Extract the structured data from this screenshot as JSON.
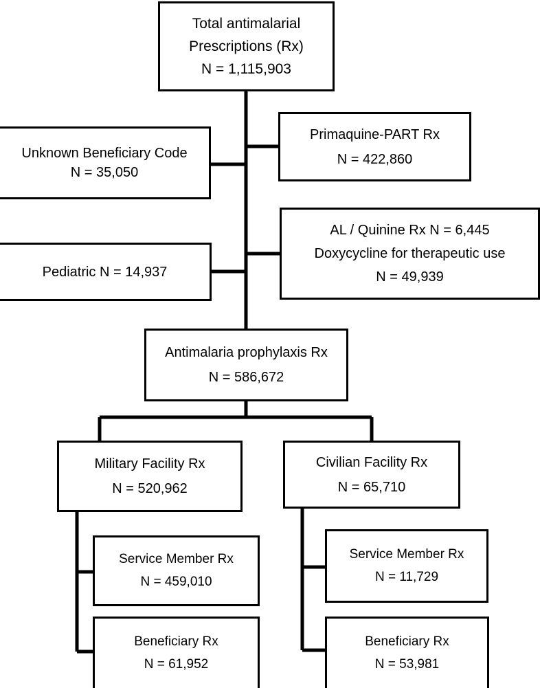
{
  "diagram": {
    "title": "Antimalarial prescription selection flow",
    "line_color": "#000000",
    "box_border_color": "#000000",
    "background_color": "#ffffff"
  },
  "nodes": {
    "total": {
      "name": "total-antimalarial-prescriptions",
      "line1": "Total antimalarial",
      "line2": "Prescriptions (Rx)",
      "line3": "N = 1,115,903"
    },
    "primaquine": {
      "name": "primaquine-part-rx",
      "line1": "Primaquine-PART Rx",
      "line2": "N = 422,860"
    },
    "unknown_beneficiary": {
      "name": "unknown-beneficiary-code",
      "line1": "Unknown Beneficiary Code",
      "line2": "N = 35,050"
    },
    "al_quinine": {
      "name": "al-quinine-doxycycline",
      "line1": "AL / Quinine Rx N = 6,445",
      "line2": "Doxycycline for therapeutic use",
      "line3": "N = 49,939"
    },
    "pediatric": {
      "name": "pediatric-exclusion",
      "line1": "Pediatric N = 14,937"
    },
    "prophylaxis": {
      "name": "antimalaria-prophylaxis-rx",
      "line1": "Antimalaria prophylaxis Rx",
      "line2": "N = 586,672"
    },
    "military_facility": {
      "name": "military-facility-rx",
      "line1": "Military Facility Rx",
      "line2": "N = 520,962"
    },
    "civilian_facility": {
      "name": "civilian-facility-rx",
      "line1": "Civilian Facility Rx",
      "line2": "N = 65,710"
    },
    "military_service_member": {
      "name": "military-service-member-rx",
      "line1": "Service Member Rx",
      "line2": "N = 459,010"
    },
    "military_beneficiary": {
      "name": "military-beneficiary-rx",
      "line1": "Beneficiary Rx",
      "line2": "N = 61,952"
    },
    "civilian_service_member": {
      "name": "civilian-service-member-rx",
      "line1": "Service Member Rx",
      "line2": "N = 11,729"
    },
    "civilian_beneficiary": {
      "name": "civilian-beneficiary-rx",
      "line1": "Beneficiary Rx",
      "line2": "N = 53,981"
    }
  },
  "chart_data": {
    "type": "diagram",
    "title": "Antimalarial prescription selection flowchart",
    "flow": [
      {
        "id": "total",
        "label": "Total antimalarial Prescriptions (Rx)",
        "n": 1115903,
        "level": 0
      },
      {
        "id": "primaquine",
        "label": "Primaquine-PART Rx",
        "n": 422860,
        "level": 1,
        "role": "excluded",
        "parent": "total"
      },
      {
        "id": "unknown_beneficiary",
        "label": "Unknown Beneficiary Code",
        "n": 35050,
        "level": 1,
        "role": "excluded",
        "parent": "total"
      },
      {
        "id": "al_quinine",
        "label": "AL / Quinine Rx",
        "n": 6445,
        "level": 2,
        "role": "excluded",
        "parent": "total"
      },
      {
        "id": "doxycycline",
        "label": "Doxycycline for therapeutic use",
        "n": 49939,
        "level": 2,
        "role": "excluded",
        "parent": "total"
      },
      {
        "id": "pediatric",
        "label": "Pediatric",
        "n": 14937,
        "level": 2,
        "role": "excluded",
        "parent": "total"
      },
      {
        "id": "prophylaxis",
        "label": "Antimalaria prophylaxis Rx",
        "n": 586672,
        "level": 3,
        "role": "included",
        "parent": "total"
      },
      {
        "id": "military_facility",
        "label": "Military Facility Rx",
        "n": 520962,
        "level": 4,
        "role": "included",
        "parent": "prophylaxis"
      },
      {
        "id": "civilian_facility",
        "label": "Civilian Facility Rx",
        "n": 65710,
        "level": 4,
        "role": "included",
        "parent": "prophylaxis"
      },
      {
        "id": "military_service_member",
        "label": "Service Member Rx",
        "n": 459010,
        "level": 5,
        "role": "included",
        "parent": "military_facility"
      },
      {
        "id": "military_beneficiary",
        "label": "Beneficiary Rx",
        "n": 61952,
        "level": 5,
        "role": "included",
        "parent": "military_facility"
      },
      {
        "id": "civilian_service_member",
        "label": "Service Member Rx",
        "n": 11729,
        "level": 5,
        "role": "included",
        "parent": "civilian_facility"
      },
      {
        "id": "civilian_beneficiary",
        "label": "Beneficiary Rx",
        "n": 53981,
        "level": 5,
        "role": "included",
        "parent": "civilian_facility"
      }
    ]
  }
}
